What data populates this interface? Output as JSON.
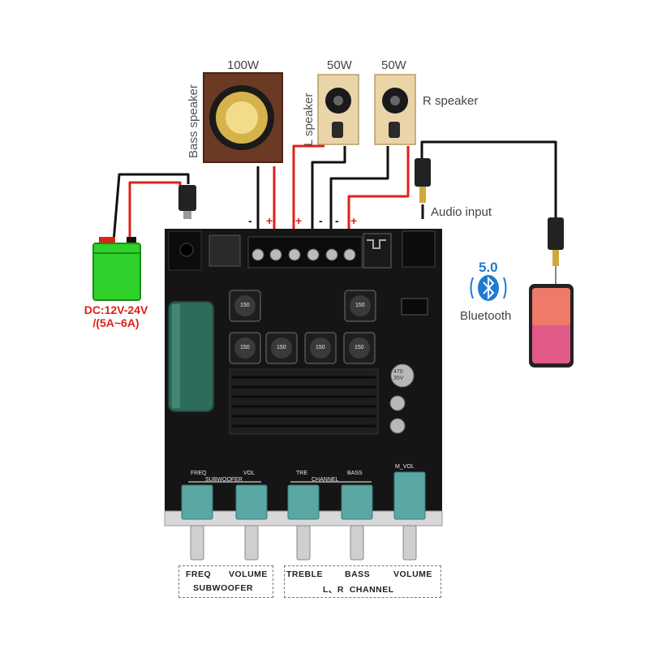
{
  "speakers": {
    "bass": {
      "label": "Bass speaker",
      "power": "100W"
    },
    "left": {
      "label": "L speaker",
      "power": "50W"
    },
    "right": {
      "label": "R speaker",
      "power": "50W"
    }
  },
  "power_supply": {
    "line1": "DC:12V-24V",
    "line2": "/(5A~6A)"
  },
  "audio_input": "Audio input",
  "bluetooth": {
    "version": "5.0",
    "label": "Bluetooth"
  },
  "terminal_polarity": [
    "-",
    "+",
    "+",
    "-",
    "-",
    "+"
  ],
  "board_labels": {
    "freq": "FREQ",
    "vol": "VOL",
    "subwoofer": "SUBWOOFER",
    "tre": "TRE",
    "channel": "CHANNEL",
    "bass": "BASS",
    "m_vol": "M_VOL",
    "inductor": "150",
    "cap": "470\n35V"
  },
  "knobs": {
    "subwoofer_group": {
      "title": "SUBWOOFER",
      "items": [
        "FREQ",
        "VOLUME"
      ]
    },
    "channel_group": {
      "title": "L、R  CHANNEL",
      "items": [
        "TREBLE",
        "BASS",
        "VOLUME"
      ]
    }
  },
  "colors": {
    "board": "#151515",
    "wire_red": "#e0201a",
    "wire_black": "#111111",
    "battery": "#2fd12a",
    "knob_teal": "#5aa7a3",
    "heatsink": "#1e1e1e",
    "cap_green": "#2d6b5b"
  }
}
